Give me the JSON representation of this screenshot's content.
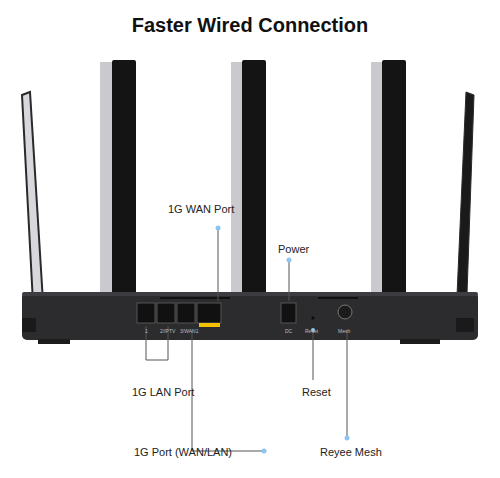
{
  "diagram": {
    "title": "Faster Wired Connection",
    "labels": [
      "1G WAN Port",
      "Power",
      "1G LAN Port",
      "Reset",
      "1G Port (WAN/LAN)",
      "Reyee Mesh",
      "1",
      "2/IPTV",
      "3/WAN1",
      "DC",
      "Reset",
      "Mesh"
    ]
  }
}
